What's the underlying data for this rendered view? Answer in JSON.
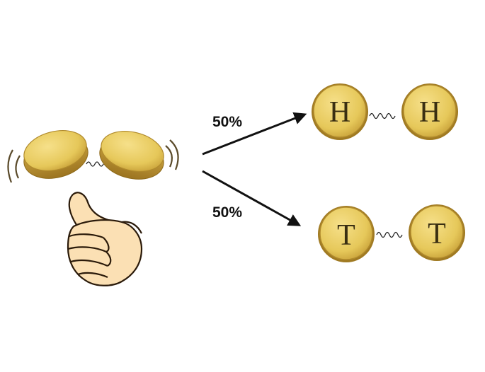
{
  "labels": {
    "top_probability": "50%",
    "bottom_probability": "50%"
  },
  "outcomes": {
    "heads": {
      "left_letter": "H",
      "right_letter": "H"
    },
    "tails": {
      "left_letter": "T",
      "right_letter": "T"
    }
  },
  "colors": {
    "coin_fill": "#ead06a",
    "coin_edge": "#b08a2c",
    "coin_rim_dark": "#a07a22",
    "hand_fill": "#fbe0b4",
    "hand_outline": "#2a1a0a",
    "arrow": "#111111",
    "motion_lines": "#5a4a2a"
  },
  "icons": {
    "flipping_coins": "spinning-coins-icon",
    "hand": "thumbs-up-hand-icon",
    "connector": "wavy-link-icon"
  }
}
